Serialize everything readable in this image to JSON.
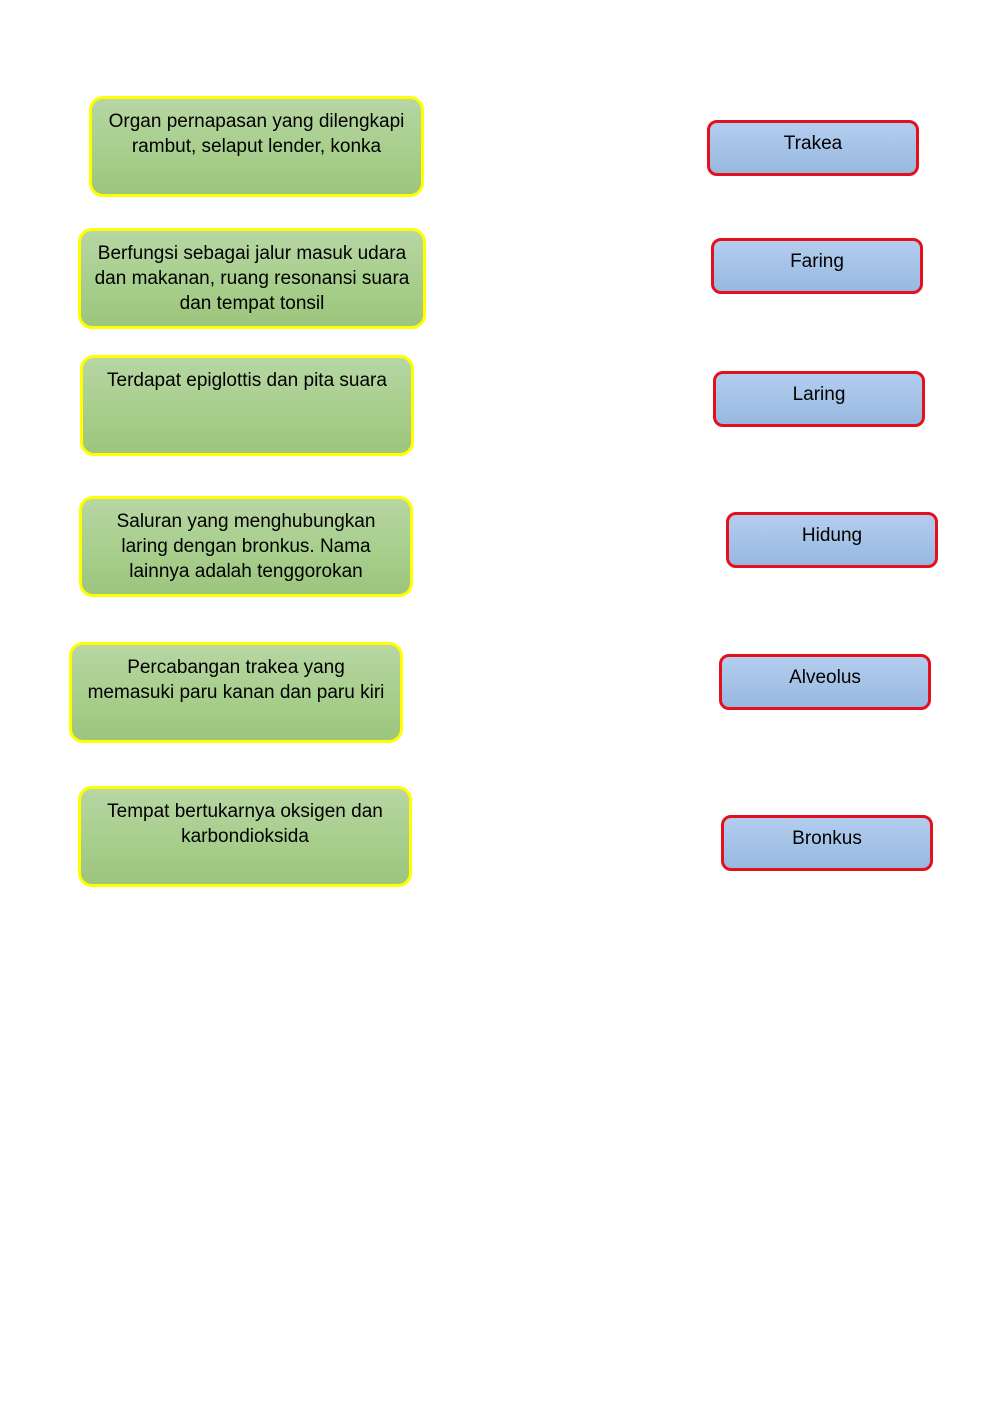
{
  "descriptions": [
    {
      "text": "Organ pernapasan yang dilengkapi rambut, selaput lender, konka"
    },
    {
      "text": "Berfungsi sebagai jalur masuk udara dan makanan, ruang resonansi suara dan tempat tonsil"
    },
    {
      "text": "Terdapat epiglottis dan pita suara"
    },
    {
      "text": "Saluran yang menghubungkan laring dengan bronkus. Nama lainnya adalah tenggorokan"
    },
    {
      "text": "Percabangan trakea yang memasuki paru kanan dan paru kiri"
    },
    {
      "text": "Tempat bertukarnya oksigen dan karbondioksida"
    }
  ],
  "terms": [
    {
      "label": "Trakea"
    },
    {
      "label": "Faring"
    },
    {
      "label": "Laring"
    },
    {
      "label": "Hidung"
    },
    {
      "label": "Alveolus"
    },
    {
      "label": "Bronkus"
    }
  ],
  "colors": {
    "description_fill": "#a9cf8e",
    "description_border": "#ffff00",
    "term_fill": "#a3c1e6",
    "term_border": "#e3101e"
  }
}
